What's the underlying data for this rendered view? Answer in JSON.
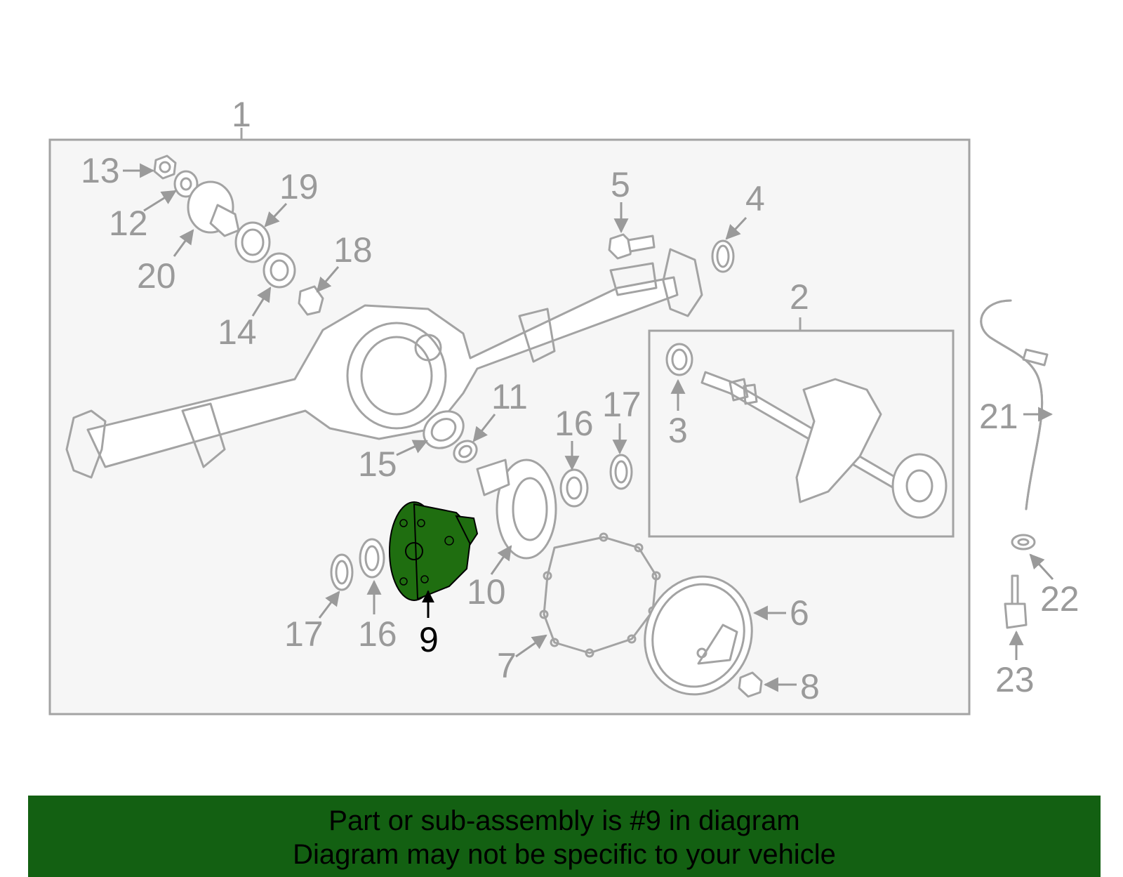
{
  "colors": {
    "panel_fill": "#f6f6f6",
    "outline": "#a3a3a3",
    "label_gray": "#9a9a9a",
    "highlight_green": "#1f6e10",
    "banner_green": "#136012"
  },
  "labels": {
    "l1": "1",
    "l2": "2",
    "l3": "3",
    "l4": "4",
    "l5": "5",
    "l6": "6",
    "l7": "7",
    "l8": "8",
    "l9": "9",
    "l10": "10",
    "l11": "11",
    "l12": "12",
    "l13": "13",
    "l14": "14",
    "l15": "15",
    "l16a": "16",
    "l16b": "16",
    "l17a": "17",
    "l17b": "17",
    "l18": "18",
    "l19": "19",
    "l20": "20",
    "l21": "21",
    "l22": "22",
    "l23": "23"
  },
  "highlighted_part": "9",
  "banner": {
    "line1": "Part or sub-assembly is #9 in diagram",
    "line2": "Diagram may not be specific to your vehicle"
  }
}
